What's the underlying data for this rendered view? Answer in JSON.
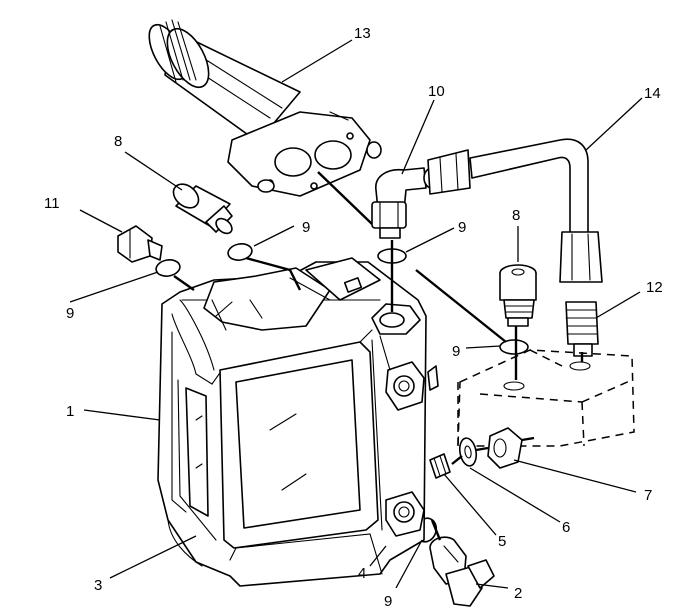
{
  "callouts": {
    "c1": "1",
    "c2": "2",
    "c3": "3",
    "c4": "4",
    "c5": "5",
    "c6": "6",
    "c7": "7",
    "c8a": "8",
    "c8b": "8",
    "c9a": "9",
    "c9b": "9",
    "c9c": "9",
    "c9d": "9",
    "c9e": "9",
    "c10": "10",
    "c11": "11",
    "c12": "12",
    "c13": "13",
    "c14": "14"
  },
  "colors": {
    "line": "#000000",
    "background": "#ffffff"
  }
}
